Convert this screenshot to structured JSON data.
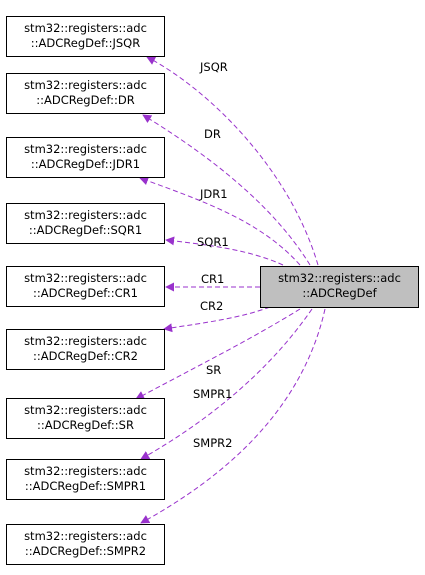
{
  "colors": {
    "edge": "#9932cc",
    "main_fill": "#bfbfbf",
    "node_border": "#000000"
  },
  "main_node": {
    "line1": "stm32::registers::adc",
    "line2": "::ADCRegDef"
  },
  "nodes": [
    {
      "line1": "stm32::registers::adc",
      "line2": "::ADCRegDef::JSQR",
      "edge_label": "JSQR"
    },
    {
      "line1": "stm32::registers::adc",
      "line2": "::ADCRegDef::DR",
      "edge_label": "DR"
    },
    {
      "line1": "stm32::registers::adc",
      "line2": "::ADCRegDef::JDR1",
      "edge_label": "JDR1"
    },
    {
      "line1": "stm32::registers::adc",
      "line2": "::ADCRegDef::SQR1",
      "edge_label": "SQR1"
    },
    {
      "line1": "stm32::registers::adc",
      "line2": "::ADCRegDef::CR1",
      "edge_label": "CR1"
    },
    {
      "line1": "stm32::registers::adc",
      "line2": "::ADCRegDef::CR2",
      "edge_label": "CR2"
    },
    {
      "line1": "stm32::registers::adc",
      "line2": "::ADCRegDef::SR",
      "edge_label": "SR"
    },
    {
      "line1": "stm32::registers::adc",
      "line2": "::ADCRegDef::SMPR1",
      "edge_label": "SMPR1"
    },
    {
      "line1": "stm32::registers::adc",
      "line2": "::ADCRegDef::SMPR2",
      "edge_label": "SMPR2"
    }
  ]
}
